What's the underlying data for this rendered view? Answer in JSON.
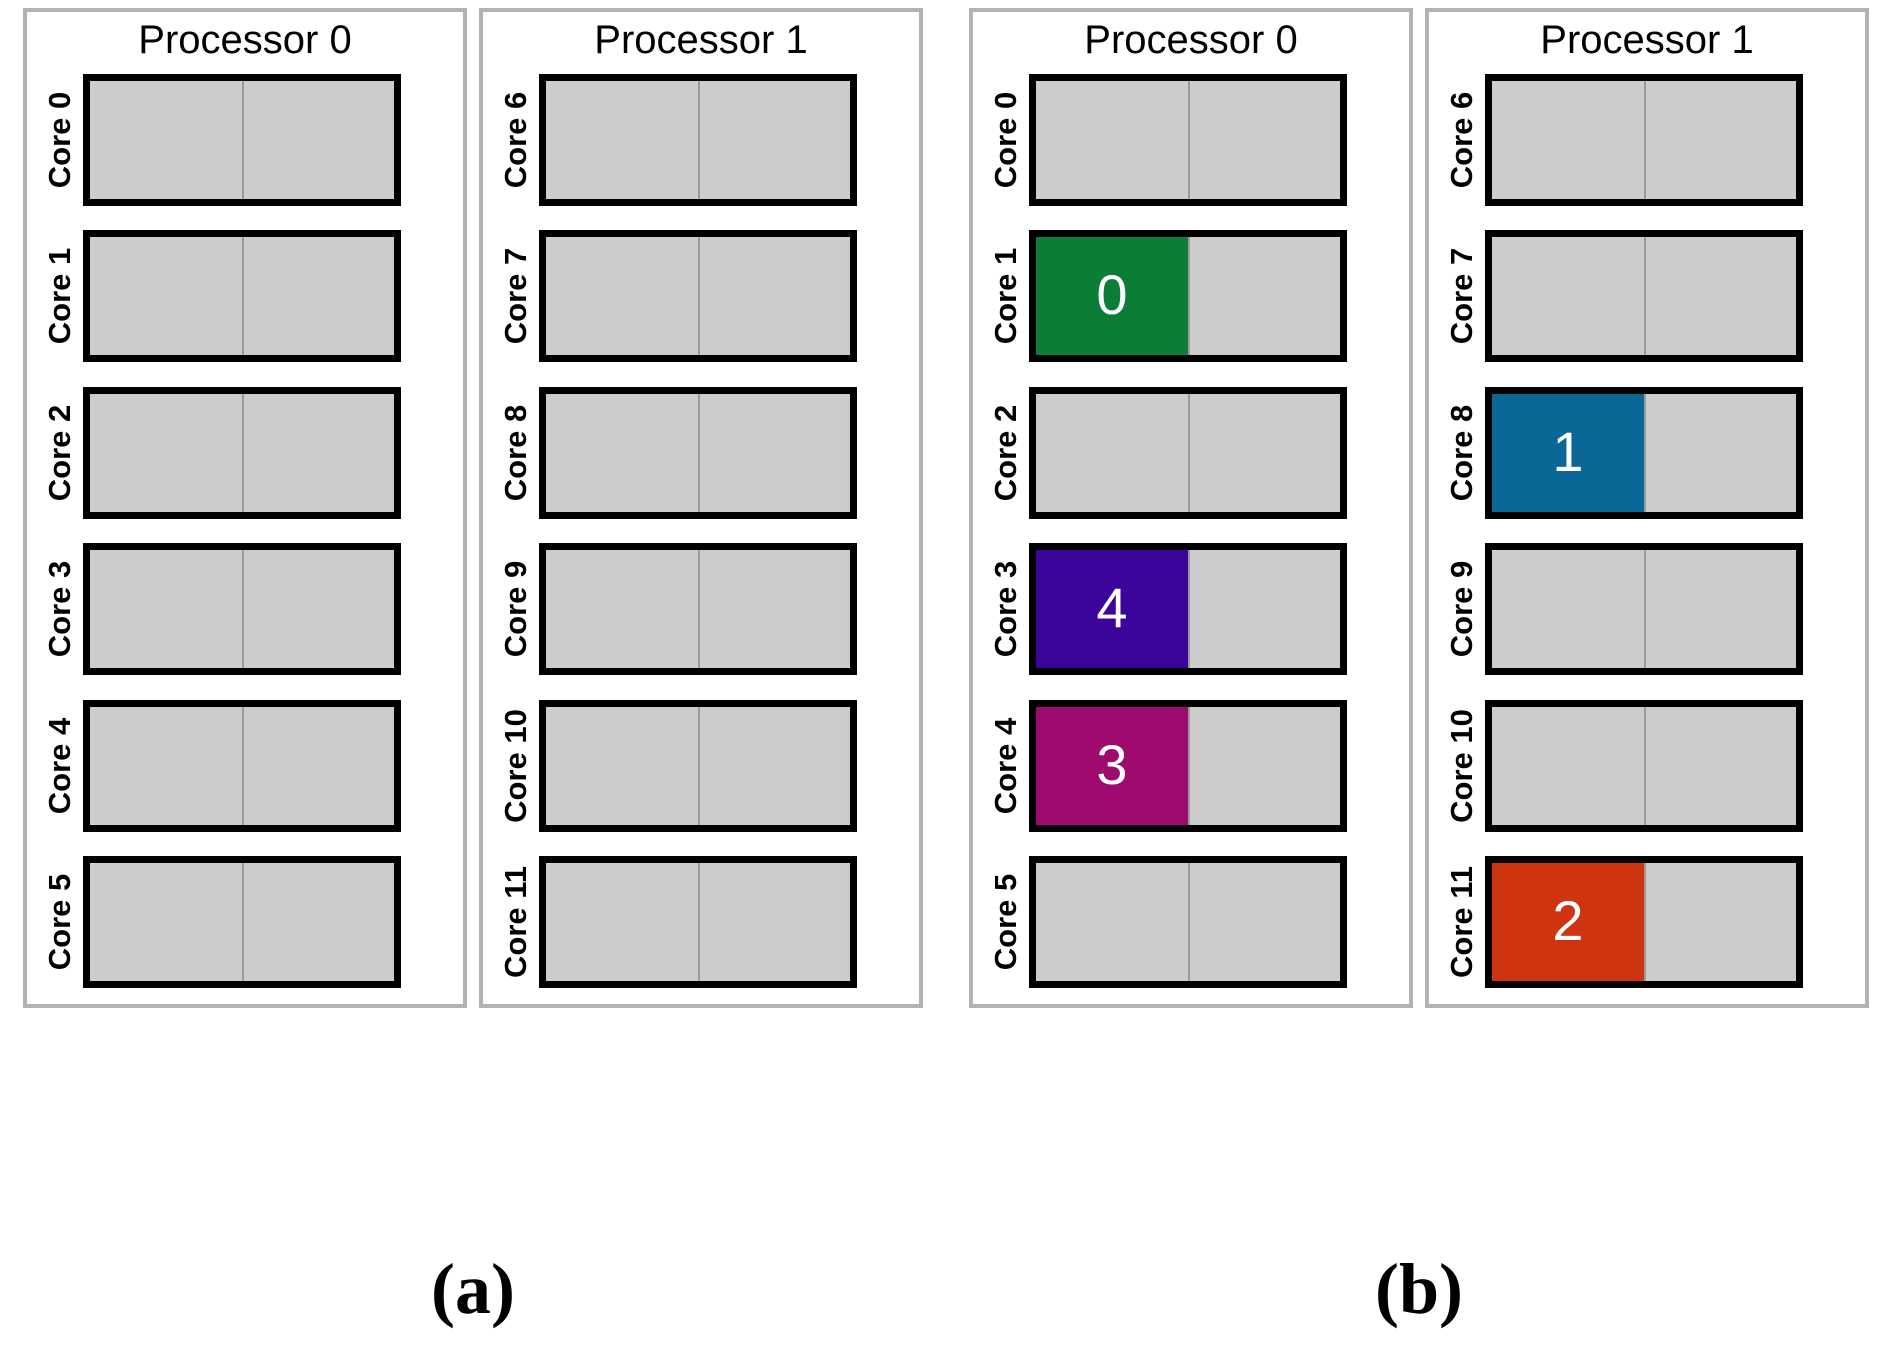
{
  "figure": {
    "panels": [
      {
        "caption": "(a)",
        "processors": [
          {
            "title": "Processor 0",
            "cores": [
              {
                "label": "Core 0",
                "left": {
                  "filled": false,
                  "value": "",
                  "color": ""
                },
                "right": {
                  "filled": false,
                  "value": "",
                  "color": ""
                }
              },
              {
                "label": "Core 1",
                "left": {
                  "filled": false,
                  "value": "",
                  "color": ""
                },
                "right": {
                  "filled": false,
                  "value": "",
                  "color": ""
                }
              },
              {
                "label": "Core 2",
                "left": {
                  "filled": false,
                  "value": "",
                  "color": ""
                },
                "right": {
                  "filled": false,
                  "value": "",
                  "color": ""
                }
              },
              {
                "label": "Core 3",
                "left": {
                  "filled": false,
                  "value": "",
                  "color": ""
                },
                "right": {
                  "filled": false,
                  "value": "",
                  "color": ""
                }
              },
              {
                "label": "Core 4",
                "left": {
                  "filled": false,
                  "value": "",
                  "color": ""
                },
                "right": {
                  "filled": false,
                  "value": "",
                  "color": ""
                }
              },
              {
                "label": "Core 5",
                "left": {
                  "filled": false,
                  "value": "",
                  "color": ""
                },
                "right": {
                  "filled": false,
                  "value": "",
                  "color": ""
                }
              }
            ]
          },
          {
            "title": "Processor 1",
            "cores": [
              {
                "label": "Core 6",
                "left": {
                  "filled": false,
                  "value": "",
                  "color": ""
                },
                "right": {
                  "filled": false,
                  "value": "",
                  "color": ""
                }
              },
              {
                "label": "Core 7",
                "left": {
                  "filled": false,
                  "value": "",
                  "color": ""
                },
                "right": {
                  "filled": false,
                  "value": "",
                  "color": ""
                }
              },
              {
                "label": "Core 8",
                "left": {
                  "filled": false,
                  "value": "",
                  "color": ""
                },
                "right": {
                  "filled": false,
                  "value": "",
                  "color": ""
                }
              },
              {
                "label": "Core 9",
                "left": {
                  "filled": false,
                  "value": "",
                  "color": ""
                },
                "right": {
                  "filled": false,
                  "value": "",
                  "color": ""
                }
              },
              {
                "label": "Core 10",
                "left": {
                  "filled": false,
                  "value": "",
                  "color": ""
                },
                "right": {
                  "filled": false,
                  "value": "",
                  "color": ""
                }
              },
              {
                "label": "Core 11",
                "left": {
                  "filled": false,
                  "value": "",
                  "color": ""
                },
                "right": {
                  "filled": false,
                  "value": "",
                  "color": ""
                }
              }
            ]
          }
        ]
      },
      {
        "caption": "(b)",
        "processors": [
          {
            "title": "Processor 0",
            "cores": [
              {
                "label": "Core 0",
                "left": {
                  "filled": false,
                  "value": "",
                  "color": ""
                },
                "right": {
                  "filled": false,
                  "value": "",
                  "color": ""
                }
              },
              {
                "label": "Core 1",
                "left": {
                  "filled": true,
                  "value": "0",
                  "color": "#0B7D36"
                },
                "right": {
                  "filled": false,
                  "value": "",
                  "color": ""
                }
              },
              {
                "label": "Core 2",
                "left": {
                  "filled": false,
                  "value": "",
                  "color": ""
                },
                "right": {
                  "filled": false,
                  "value": "",
                  "color": ""
                }
              },
              {
                "label": "Core 3",
                "left": {
                  "filled": true,
                  "value": "4",
                  "color": "#3B059B"
                },
                "right": {
                  "filled": false,
                  "value": "",
                  "color": ""
                }
              },
              {
                "label": "Core 4",
                "left": {
                  "filled": true,
                  "value": "3",
                  "color": "#9E0A6E"
                },
                "right": {
                  "filled": false,
                  "value": "",
                  "color": ""
                }
              },
              {
                "label": "Core 5",
                "left": {
                  "filled": false,
                  "value": "",
                  "color": ""
                },
                "right": {
                  "filled": false,
                  "value": "",
                  "color": ""
                }
              }
            ]
          },
          {
            "title": "Processor 1",
            "cores": [
              {
                "label": "Core 6",
                "left": {
                  "filled": false,
                  "value": "",
                  "color": ""
                },
                "right": {
                  "filled": false,
                  "value": "",
                  "color": ""
                }
              },
              {
                "label": "Core 7",
                "left": {
                  "filled": false,
                  "value": "",
                  "color": ""
                },
                "right": {
                  "filled": false,
                  "value": "",
                  "color": ""
                }
              },
              {
                "label": "Core 8",
                "left": {
                  "filled": true,
                  "value": "1",
                  "color": "#0A6796"
                },
                "right": {
                  "filled": false,
                  "value": "",
                  "color": ""
                }
              },
              {
                "label": "Core 9",
                "left": {
                  "filled": false,
                  "value": "",
                  "color": ""
                },
                "right": {
                  "filled": false,
                  "value": "",
                  "color": ""
                }
              },
              {
                "label": "Core 10",
                "left": {
                  "filled": false,
                  "value": "",
                  "color": ""
                },
                "right": {
                  "filled": false,
                  "value": "",
                  "color": ""
                }
              },
              {
                "label": "Core 11",
                "left": {
                  "filled": true,
                  "value": "2",
                  "color": "#CE3410"
                },
                "right": {
                  "filled": false,
                  "value": "",
                  "color": ""
                }
              }
            ]
          }
        ]
      }
    ],
    "colors": {
      "core_border": "#000000",
      "core_fill_empty": "#cccccc",
      "processor_border": "#b3b3b3",
      "background": "#ffffff",
      "thread_divider": "#9a9a9a",
      "task_text": "#ffffff"
    }
  }
}
